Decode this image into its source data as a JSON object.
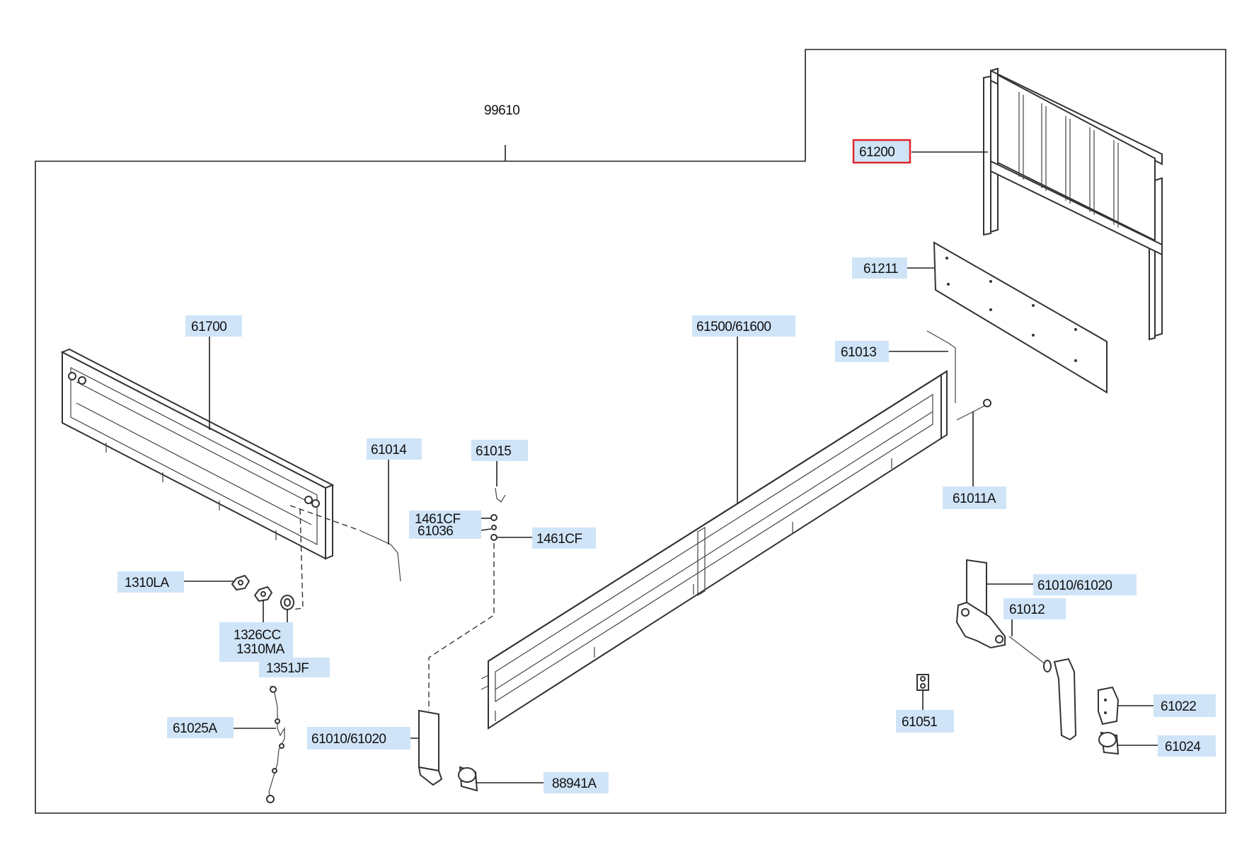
{
  "assembly_label": "99610",
  "highlight_color": "#e0242b",
  "label_bg_color": "#cfe4f7",
  "parts": {
    "p61200": "61200",
    "p61211": "61211",
    "p61700": "61700",
    "p61500": "61500/61600",
    "p61013": "61013",
    "p61014": "61014",
    "p61015": "61015",
    "p1461cf_a": "1461CF",
    "p61036": "61036",
    "p1461cf_b": "1461CF",
    "p61011a": "61011A",
    "p1310la": "1310LA",
    "p1326cc": "1326CC",
    "p1310ma": "1310MA",
    "p1351jf": "1351JF",
    "p61010_right": "61010/61020",
    "p61012": "61012",
    "p61025a": "61025A",
    "p61010_left": "61010/61020",
    "p88941a": "88941A",
    "p61051": "61051",
    "p61022": "61022",
    "p61024": "61024"
  }
}
